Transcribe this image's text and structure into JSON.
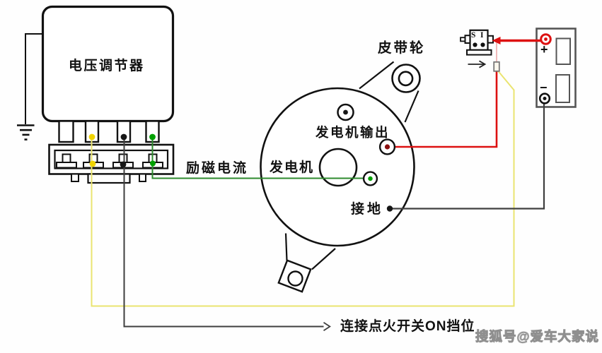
{
  "labels": {
    "regulator": "电压调节器",
    "excitation_current": "励磁电流",
    "generator": "发电机",
    "generator_output": "发电机输出",
    "ground": "接地",
    "pulley": "皮带轮",
    "terminal_s": "S",
    "terminal_i": "I",
    "battery_plus": "+",
    "battery_minus": "−",
    "ignition_note": "连接点火开关ON挡位",
    "watermark": "搜狐号@爱车大家说"
  },
  "colors": {
    "wire_red": "#dd1111",
    "wire_red_pale": "#efb3b3",
    "wire_yellow": "#eae470",
    "wire_green": "#2e8b2e",
    "wire_black": "#3f3f3f",
    "dot_yellow": "#f0d400",
    "dot_green": "#00a000",
    "dot_dark_red": "#8b1010",
    "dot_black": "#161616",
    "line_black": "#111111",
    "battery_border": "#555555",
    "fuse_border": "#787878"
  }
}
